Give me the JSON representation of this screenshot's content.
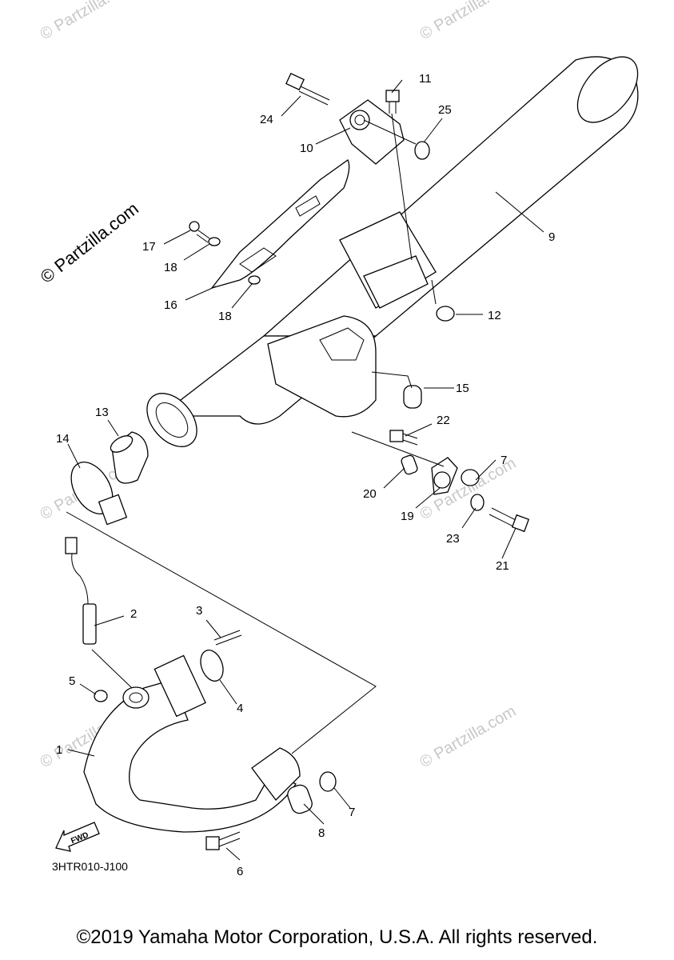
{
  "diagram": {
    "watermark_small": "© Partzilla.com",
    "watermark_main": "© Partzilla.com",
    "drawing_code": "3HTR010-J100",
    "fwd_label": "FWD",
    "callouts": [
      "1",
      "2",
      "3",
      "4",
      "5",
      "6",
      "7",
      "7",
      "8",
      "9",
      "10",
      "11",
      "12",
      "13",
      "14",
      "15",
      "16",
      "17",
      "18",
      "18",
      "19",
      "20",
      "21",
      "22",
      "23",
      "24",
      "25"
    ]
  },
  "footer": {
    "copyright": "©2019 Yamaha Motor Corporation, U.S.A. All rights reserved."
  }
}
